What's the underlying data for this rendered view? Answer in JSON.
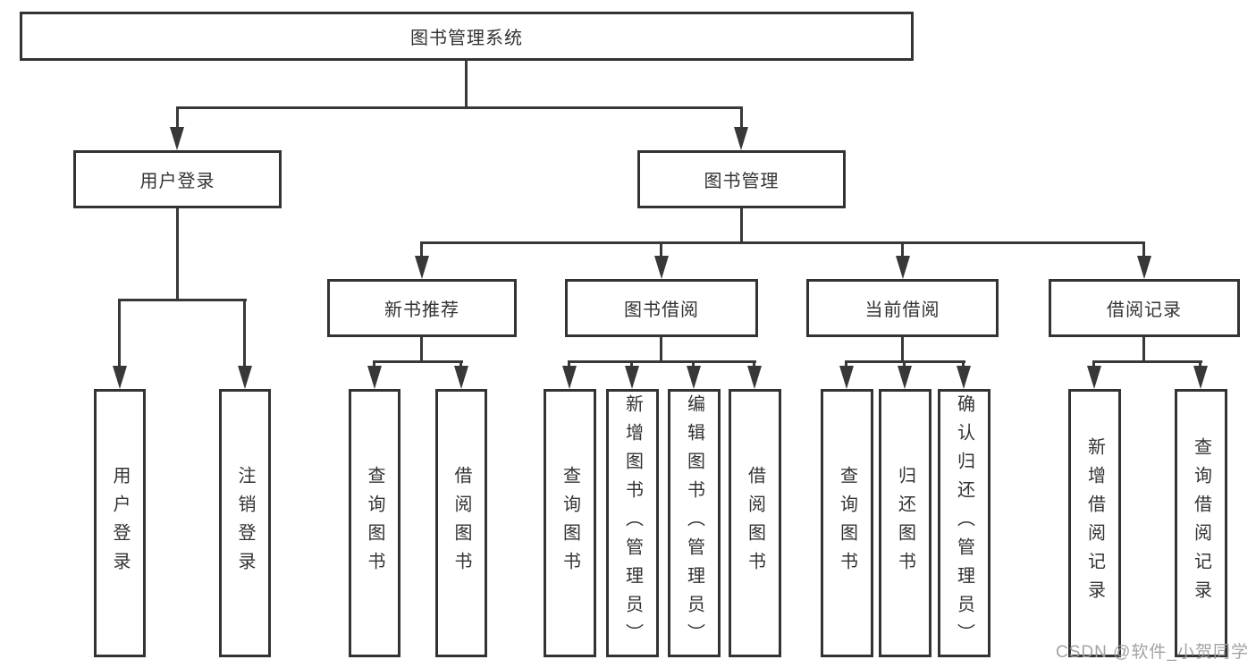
{
  "colors": {
    "background": "#ffffff",
    "box_border": "#333333",
    "line": "#383838",
    "text": "#333333",
    "watermark": "#9e9e9e"
  },
  "watermark": "CSDN @软件_小贺同学",
  "diagram": {
    "root": {
      "label": "图书管理系统"
    },
    "branches": [
      {
        "label": "用户登录",
        "children": [
          {
            "label": "用户登录"
          },
          {
            "label": "注销登录"
          }
        ]
      },
      {
        "label": "图书管理",
        "groups": [
          {
            "label": "新书推荐",
            "children": [
              {
                "label": "查询图书"
              },
              {
                "label": "借阅图书"
              }
            ]
          },
          {
            "label": "图书借阅",
            "children": [
              {
                "label": "查询图书"
              },
              {
                "label": "新增图书（管理员）"
              },
              {
                "label": "编辑图书（管理员）"
              },
              {
                "label": "借阅图书"
              }
            ]
          },
          {
            "label": "当前借阅",
            "children": [
              {
                "label": "查询图书"
              },
              {
                "label": "归还图书"
              },
              {
                "label": "确认归还（管理员）"
              }
            ]
          },
          {
            "label": "借阅记录",
            "children": [
              {
                "label": "新增借阅记录"
              },
              {
                "label": "查询借阅记录"
              }
            ]
          }
        ]
      }
    ]
  }
}
